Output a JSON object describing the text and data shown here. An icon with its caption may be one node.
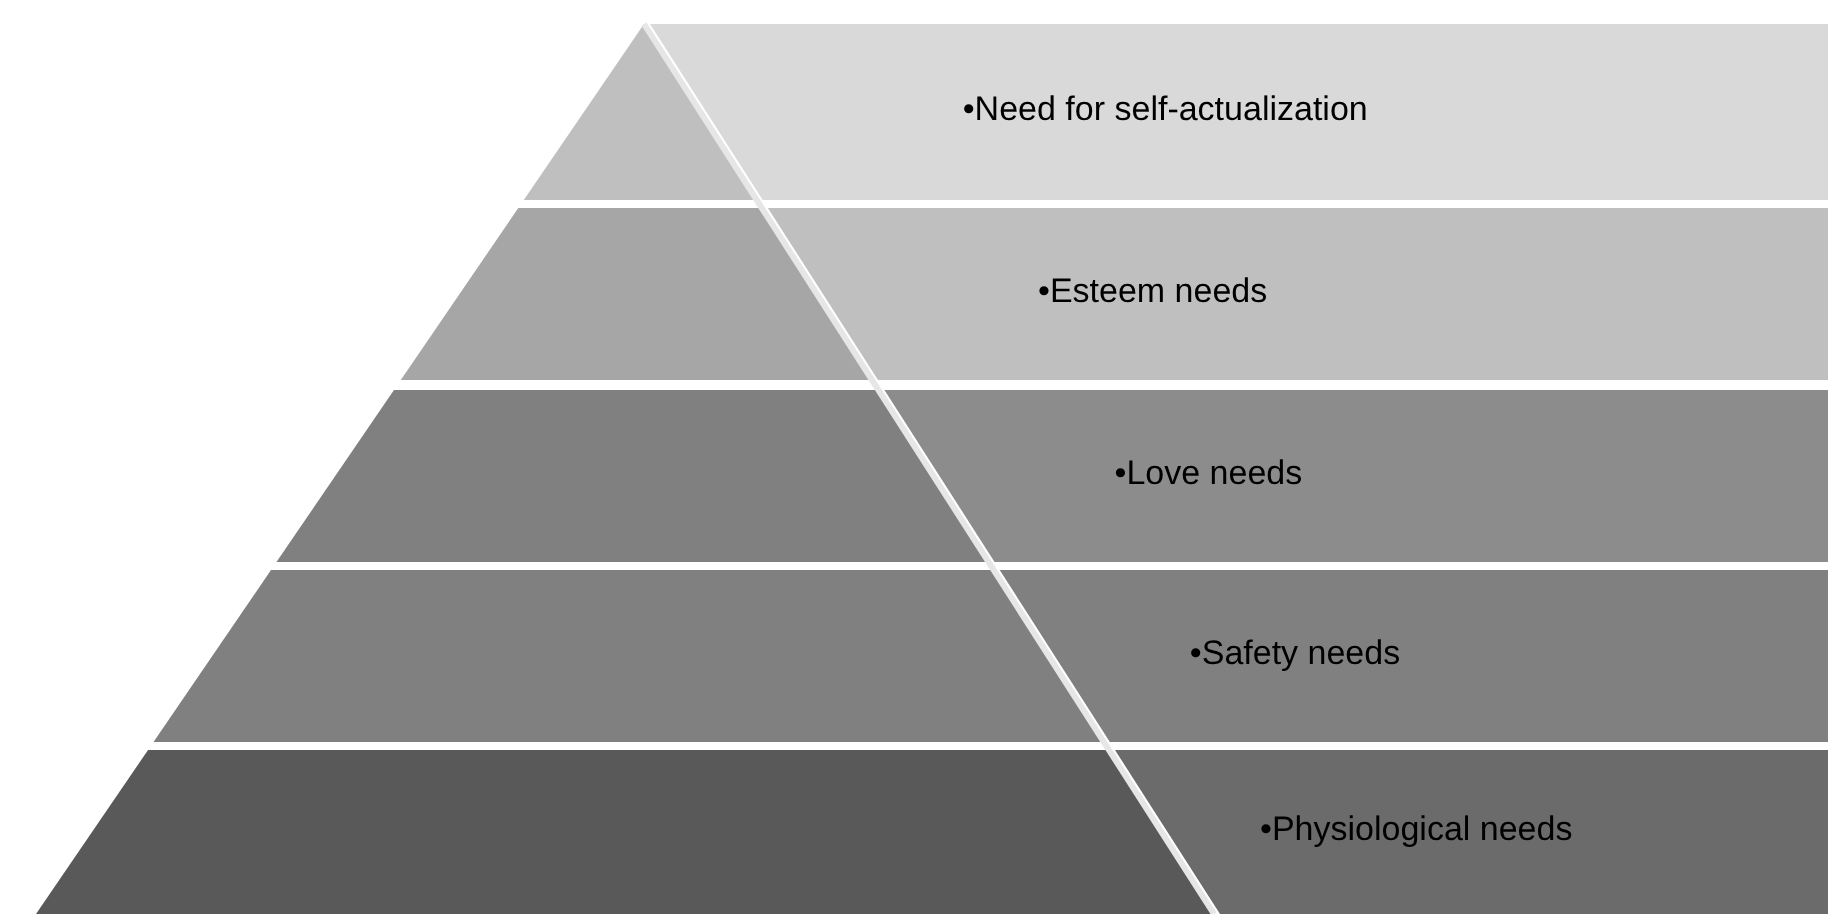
{
  "diagram": {
    "nodes": [
      {
        "text": [
          "•Need for self-actualization"
        ]
      },
      {
        "text": [
          "•Esteem needs"
        ]
      },
      {
        "text": [
          "•Love needs"
        ]
      },
      {
        "text": [
          "•Safety needs"
        ]
      },
      {
        "text": [
          "•Physiological needs"
        ]
      }
    ]
  }
}
